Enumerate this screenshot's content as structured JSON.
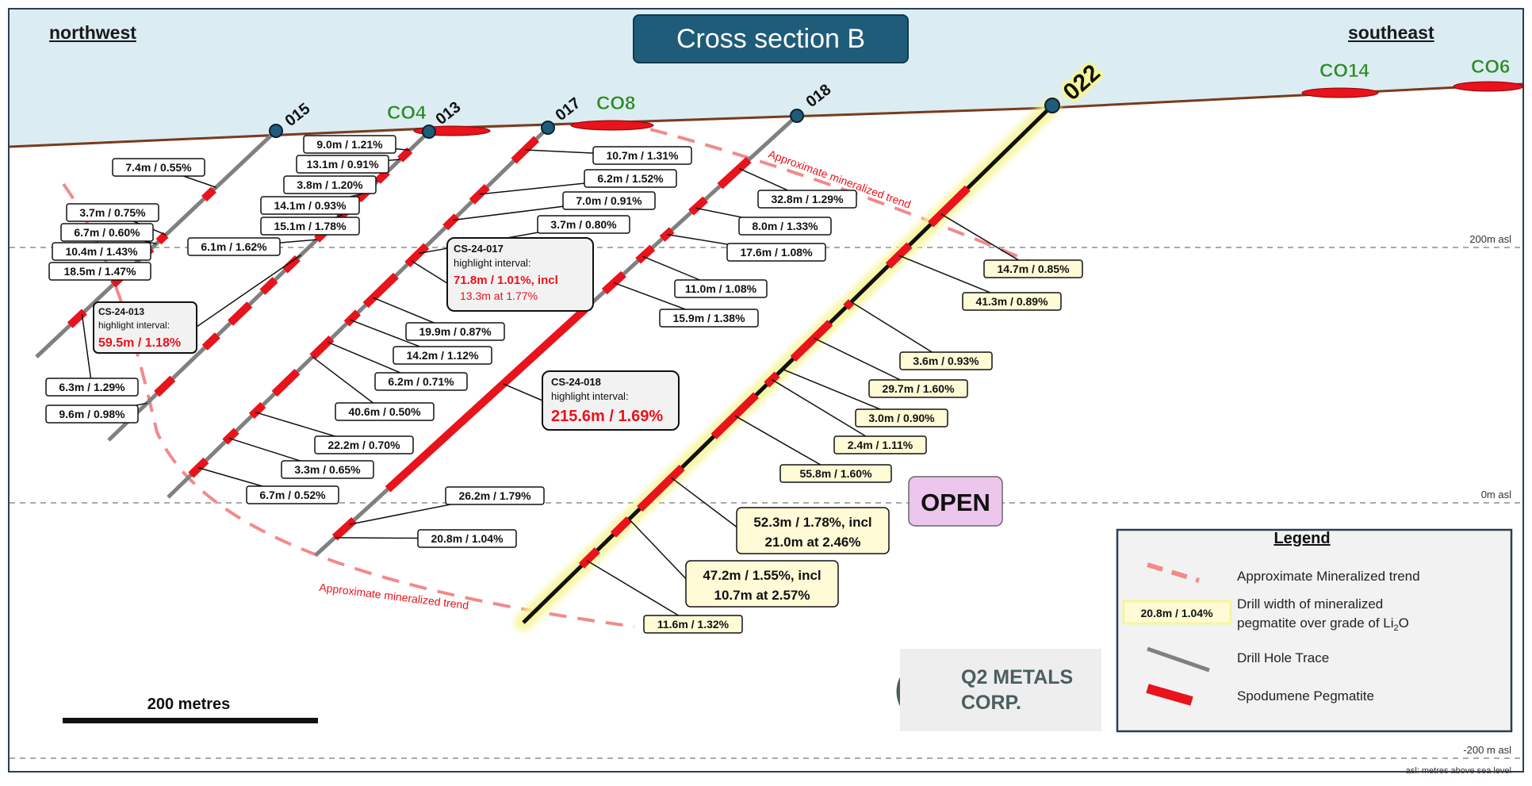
{
  "title": "Cross section B",
  "directions": {
    "left": "northwest",
    "right": "southeast"
  },
  "elevations": [
    "200m asl",
    "0m asl",
    "-200 m asl"
  ],
  "elevation_note": "asl: metres above sea level",
  "scale_bar": "200 metres",
  "open_label": "OPEN",
  "trend_label": "Approximate mineralized trend",
  "surface_occurrences": [
    "CO4",
    "CO8",
    "CO14",
    "CO6"
  ],
  "drill_holes": [
    "015",
    "013",
    "017",
    "018",
    "022"
  ],
  "intercepts": [
    "7.4m / 0.55%",
    "9.0m / 1.21%",
    "13.1m / 0.91%",
    "3.8m / 1.20%",
    "14.1m / 0.93%",
    "15.1m / 1.78%",
    "6.1m / 1.62%",
    "3.7m / 0.75%",
    "6.7m / 0.60%",
    "10.4m / 1.43%",
    "18.5m / 1.47%",
    "6.3m / 1.29%",
    "9.6m / 0.98%",
    "10.7m / 1.31%",
    "6.2m / 1.52%",
    "7.0m / 0.91%",
    "3.7m / 0.80%",
    "19.9m / 0.87%",
    "14.2m / 1.12%",
    "6.2m / 0.71%",
    "40.6m / 0.50%",
    "22.2m / 0.70%",
    "3.3m / 0.65%",
    "6.7m / 0.52%",
    "26.2m / 1.79%",
    "20.8m / 1.04%",
    "32.8m / 1.29%",
    "8.0m / 1.33%",
    "17.6m / 1.08%",
    "11.0m / 1.08%",
    "15.9m / 1.38%"
  ],
  "intercepts_022": [
    "14.7m / 0.85%",
    "41.3m / 0.89%",
    "3.6m / 0.93%",
    "29.7m / 1.60%",
    "3.0m / 0.90%",
    "2.4m / 1.11%",
    "55.8m / 1.60%",
    "11.6m / 1.32%"
  ],
  "intercepts_022_multi": [
    {
      "line1": "52.3m / 1.78%, incl",
      "line2": "21.0m at 2.46%"
    },
    {
      "line1": "47.2m / 1.55%, incl",
      "line2": "10.7m at 2.57%"
    }
  ],
  "highlights": [
    {
      "hole": "CS-24-013",
      "caption": "highlight interval:",
      "value": "59.5m / 1.18%"
    },
    {
      "hole": "CS-24-017",
      "caption": "highlight interval:",
      "value": "71.8m / 1.01%, incl",
      "sub": "13.3m at 1.77%"
    },
    {
      "hole": "CS-24-018",
      "caption": "highlight interval:",
      "value": "215.6m / 1.69%"
    }
  ],
  "legend": {
    "title": "Legend",
    "trend": "Approximate Mineralized trend",
    "sample": "20.8m / 1.04%",
    "width_line1": "Drill width of mineralized",
    "width_line2_pre": "pegmatite over grade of Li",
    "width_sub": "2",
    "width_line2_post": "O",
    "trace": "Drill Hole Trace",
    "pegmatite": "Spodumene Pegmatite"
  },
  "logo": {
    "line1": "Q2 METALS",
    "line2": "CORP."
  },
  "colors": {
    "sky": "#dcecf3",
    "ground_line": "#7a3b1c",
    "title_bg": "#1f5c79",
    "pegmatite": "#e8131b",
    "trend": "#f28a8a",
    "trace": "#808080",
    "highlight_halo": "#f6f59a",
    "label_yellow": "#fffbd6",
    "open_bg": "#ecc6ec",
    "value_red": "#e8131b"
  }
}
